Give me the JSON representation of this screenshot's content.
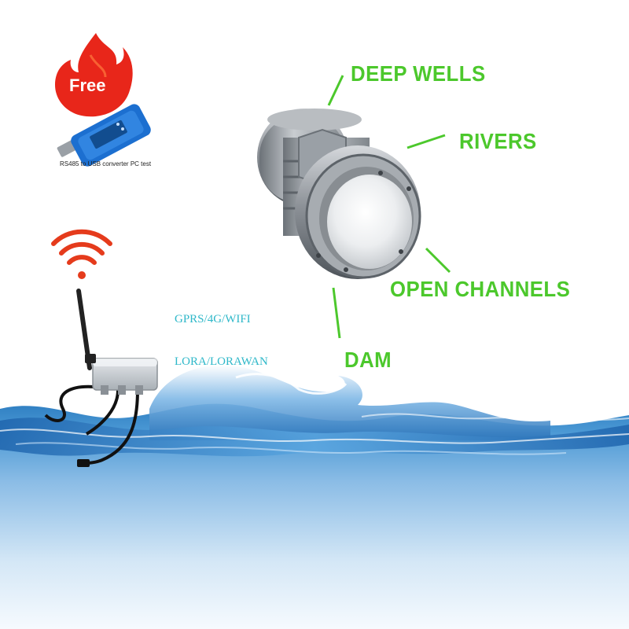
{
  "promo": {
    "badge_text": "Free",
    "caption": "RS485 to USB converter PC test"
  },
  "applications": {
    "deep_wells": "DEEP WELLS",
    "rivers": "RIVERS",
    "open_channels": "OPEN CHANNELS",
    "dam": "DAM"
  },
  "connectivity": {
    "cellular": "GPRS/4G/WIFI",
    "lora": "LORA/LORAWAN"
  },
  "colors": {
    "callout_green": "#4cc82c",
    "connectivity_teal": "#2fb8c9",
    "wifi_red": "#e53b1c",
    "flame_red": "#e8261a",
    "water_blue": "#3b8fcf"
  },
  "icons": {
    "wifi": "wifi-signal-icon",
    "flame": "flame-badge-icon",
    "usb": "usb-dongle-icon"
  }
}
